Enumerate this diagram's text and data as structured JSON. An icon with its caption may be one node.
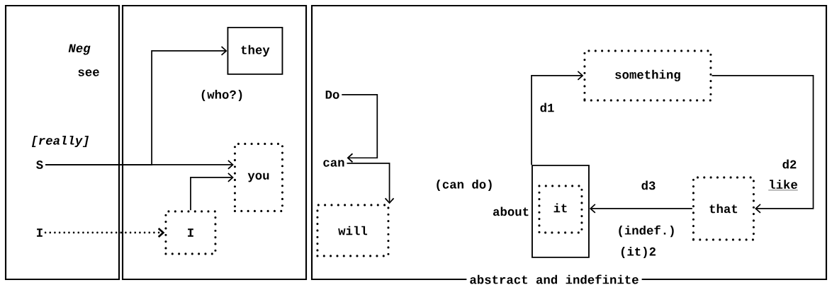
{
  "diagram": {
    "nodes": [
      {
        "text": [],
        "shape": "box"
      },
      {
        "text": [],
        "shape": "box"
      },
      {
        "text": [
          "abstract and indefinite"
        ]
      },
      {
        "text": [
          "S"
        ],
        "in": 0
      },
      {
        "text": [
          "I"
        ],
        "in": 0
      },
      {
        "text": [
          "they"
        ],
        "in": 1
      },
      {
        "text": [
          "you"
        ],
        "in": 1
      },
      {
        "text": [
          "I"
        ],
        "in": 1
      },
      {
        "text": [
          "Do"
        ],
        "in": 2
      },
      {
        "text": [
          "can"
        ],
        "in": 2
      },
      {
        "text": [
          "will"
        ],
        "in": 2
      },
      {
        "text": [
          "it"
        ],
        "in": 2,
        "beside": [
          "about"
        ]
      },
      {
        "text": [
          "something"
        ],
        "in": 2
      },
      {
        "text": [
          "that"
        ],
        "in": 2
      }
    ],
    "edges": [
      {
        "from": 3,
        "to": 5,
        "arrow": "to"
      },
      {
        "from": 3,
        "to": 6,
        "arrow": "to"
      },
      {
        "from": 4,
        "to": 7,
        "arrow": "to",
        "style": "dashed"
      },
      {
        "from": 7,
        "to": 6,
        "arrow": "to"
      },
      {
        "from": 8,
        "to": 9,
        "arrow": "to"
      },
      {
        "from": 9,
        "to": 10,
        "arrow": "to"
      },
      {
        "from": 11,
        "to": 12,
        "arrow": "to",
        "label": "d1"
      },
      {
        "from": 12,
        "to": 13,
        "arrow": "to",
        "label": "d2"
      },
      {
        "from": 13,
        "to": 11,
        "arrow": "to",
        "label": "d3"
      }
    ],
    "labels": [
      "Neg",
      "see",
      "[really]",
      "(who?)",
      "(can do)",
      "like",
      "(indef.)",
      "(it)2"
    ]
  }
}
